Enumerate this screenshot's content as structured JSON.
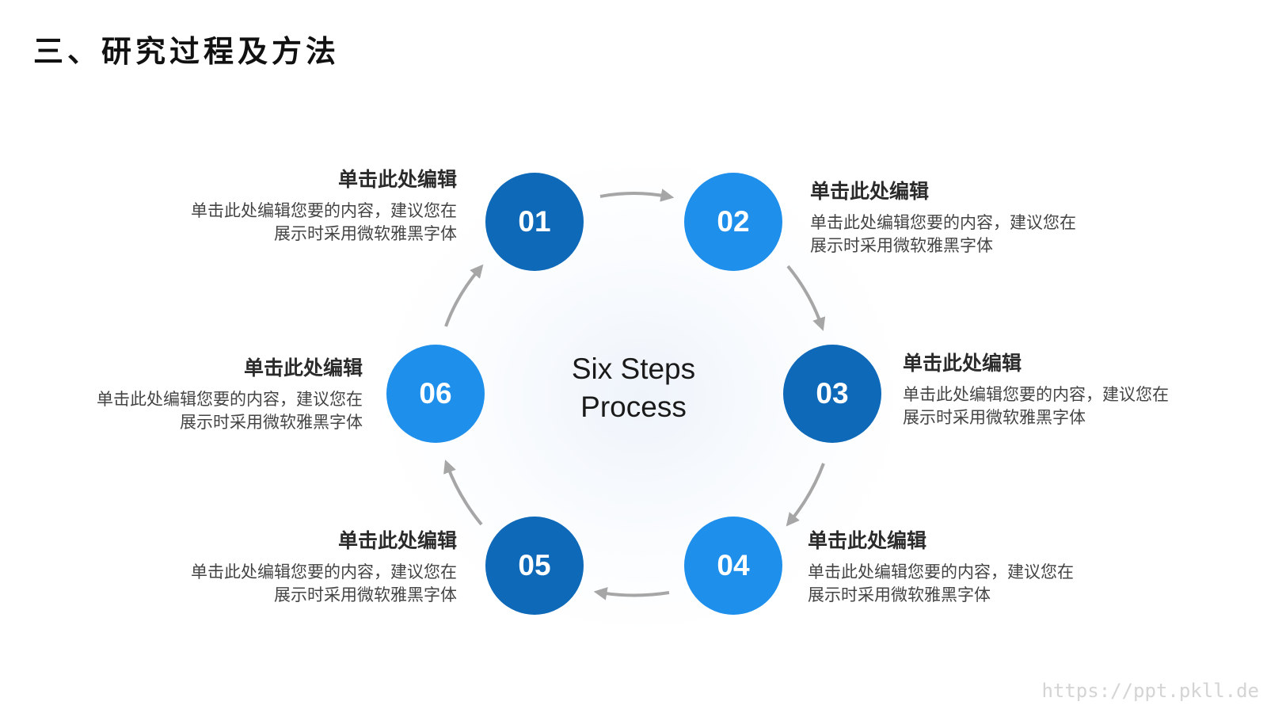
{
  "title": "三、研究过程及方法",
  "center": {
    "line1": "Six Steps",
    "line2": "Process"
  },
  "colors": {
    "dark_blue": "#0E69B8",
    "light_blue": "#1E8FEB",
    "arrow_gray": "#A6A6A6"
  },
  "steps": [
    {
      "number": "01",
      "heading": "单击此处编辑",
      "line1": "单击此处编辑您要的内容，建议您在",
      "line2": "展示时采用微软雅黑字体"
    },
    {
      "number": "02",
      "heading": "单击此处编辑",
      "line1": "单击此处编辑您要的内容，建议您在",
      "line2": "展示时采用微软雅黑字体"
    },
    {
      "number": "03",
      "heading": "单击此处编辑",
      "line1": "单击此处编辑您要的内容，建议您在",
      "line2": "展示时采用微软雅黑字体"
    },
    {
      "number": "04",
      "heading": "单击此处编辑",
      "line1": "单击此处编辑您要的内容，建议您在",
      "line2": "展示时采用微软雅黑字体"
    },
    {
      "number": "05",
      "heading": "单击此处编辑",
      "line1": "单击此处编辑您要的内容，建议您在",
      "line2": "展示时采用微软雅黑字体"
    },
    {
      "number": "06",
      "heading": "单击此处编辑",
      "line1": "单击此处编辑您要的内容，建议您在",
      "line2": "展示时采用微软雅黑字体"
    }
  ],
  "watermark": "https://ppt.pkll.de"
}
